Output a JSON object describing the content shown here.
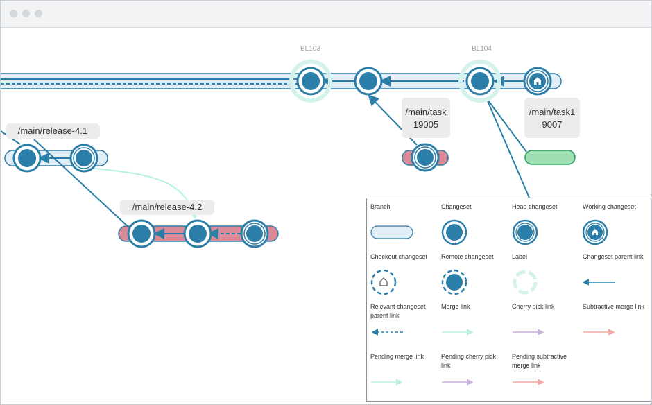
{
  "window": {
    "controls": [
      "close",
      "minimize",
      "maximize"
    ]
  },
  "baselines": [
    {
      "label": "BL103"
    },
    {
      "label": "BL104"
    }
  ],
  "branches": [
    {
      "label_line1": "/main/release-4.1",
      "label_line2": ""
    },
    {
      "label_line1": "/main/release-4.2",
      "label_line2": ""
    },
    {
      "label_line1": "/main/task",
      "label_line2": "19005"
    },
    {
      "label_line1": "/main/task1",
      "label_line2": "9007"
    }
  ],
  "legend": {
    "items": [
      "Branch",
      "Changeset",
      "Head changeset",
      "Working changeset",
      "Checkout changeset",
      "Remote changeset",
      "Label",
      "Changeset parent link",
      "Relevant changeset parent link",
      "Merge link",
      "Cherry pick link",
      "Subtractive merge link",
      "Pending merge link",
      "Pending cherry pick link",
      "Pending subtractive merge link"
    ]
  },
  "colors": {
    "node": "#2a7ea8",
    "branch_blue": "#e1eef6",
    "branch_pink": "#d98a96",
    "branch_green": "#9ddfb3",
    "label_ring": "#d4f1ec",
    "merge": "#b8f0e4",
    "cherry": "#c8b4dc",
    "subtractive": "#f3aaa6"
  }
}
